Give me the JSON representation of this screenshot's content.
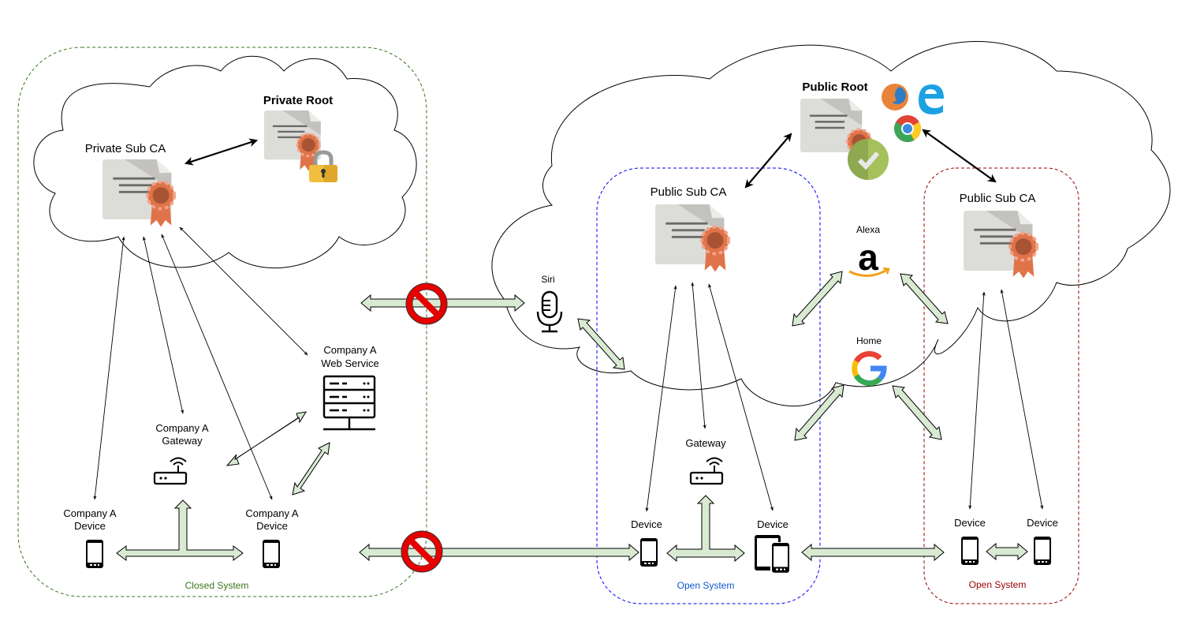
{
  "diagram": {
    "private_side": {
      "root_label": "Private Root",
      "sub_ca_label": "Private Sub CA",
      "web_service_label_1": "Company A",
      "web_service_label_2": "Web Service",
      "gateway_label_1": "Company A",
      "gateway_label_2": "Gateway",
      "device_left_label_1": "Company A",
      "device_left_label_2": "Device",
      "device_right_label_1": "Company A",
      "device_right_label_2": "Device",
      "system_label": "Closed System",
      "system_color": "#38761d"
    },
    "public_side": {
      "root_label": "Public Root",
      "sub_ca_center_label": "Public Sub CA",
      "sub_ca_right_label": "Public Sub CA",
      "siri_label": "Siri",
      "alexa_label": "Alexa",
      "home_label": "Home",
      "gateway_label": "Gateway",
      "center_device_left_label": "Device",
      "center_device_right_label": "Device",
      "right_device_left_label": "Device",
      "right_device_right_label": "Device",
      "center_system_label": "Open System",
      "center_system_color": "#1155cc",
      "right_system_label": "Open System",
      "right_system_color": "#990000"
    },
    "colors": {
      "connector_fill": "#d9ead3",
      "blocked_red": "#e60000",
      "certificate_gray": "#dcdcd9",
      "ribbon_orange": "#e0734a"
    }
  }
}
